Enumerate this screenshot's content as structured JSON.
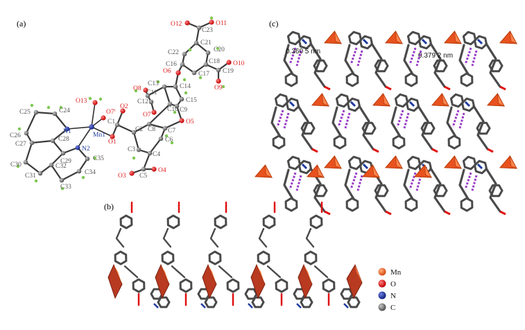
{
  "panels": {
    "a": "(a)",
    "b": "(b)",
    "c": "(c)"
  },
  "atom_labels": {
    "O12": "O12",
    "O11": "O11",
    "C23": "C23",
    "C21": "C21",
    "C22": "C22",
    "C20": "C20",
    "C16": "C16",
    "C18": "C18",
    "O10": "O10",
    "O6": "O6",
    "C17": "C17",
    "C19": "C19",
    "O9": "O9",
    "C14": "C14",
    "C13": "C13",
    "O8": "O8",
    "C11": "C11",
    "C12": "C12",
    "C15": "C15",
    "O2": "O2",
    "O7i": "O7ⁱ",
    "O7": "O7",
    "C10": "C10",
    "C9": "C9",
    "O13": "O13",
    "C1": "C1",
    "C8": "C8",
    "O5": "O5",
    "C7": "C7",
    "C25": "C25",
    "C24": "C24",
    "N1": "N1",
    "Mn1": "Mn1",
    "O1": "O1",
    "C2": "C2",
    "C6": "C6",
    "C26": "C26",
    "C28": "C28",
    "C27": "C27",
    "N2": "N2",
    "C3": "C3",
    "C4": "C4",
    "C29": "C29",
    "C35": "C35",
    "C30": "C30",
    "C32": "C32",
    "O3": "O3",
    "C5": "C5",
    "O4": "O4",
    "C31": "C31",
    "C34": "C34",
    "C33": "C33"
  },
  "distances": {
    "d1": "0.360 5 nm",
    "d2": "0.379 2 nm"
  },
  "legend": [
    {
      "symbol": "Mn",
      "color": "#e8641e"
    },
    {
      "symbol": "O",
      "color": "#e01010"
    },
    {
      "symbol": "N",
      "color": "#1f3aa0"
    },
    {
      "symbol": "C",
      "color": "#7a7a7a"
    }
  ],
  "colors": {
    "carbon": "#8a8a8a",
    "oxygen": "#e01010",
    "nitrogen": "#1f3aa0",
    "manganese": "#1f3aa0",
    "hydrogen": "#7ec850",
    "polyhedron": "#e8521e",
    "stick": "#4a4a4a",
    "pi_stack": "#9a3bc8"
  }
}
